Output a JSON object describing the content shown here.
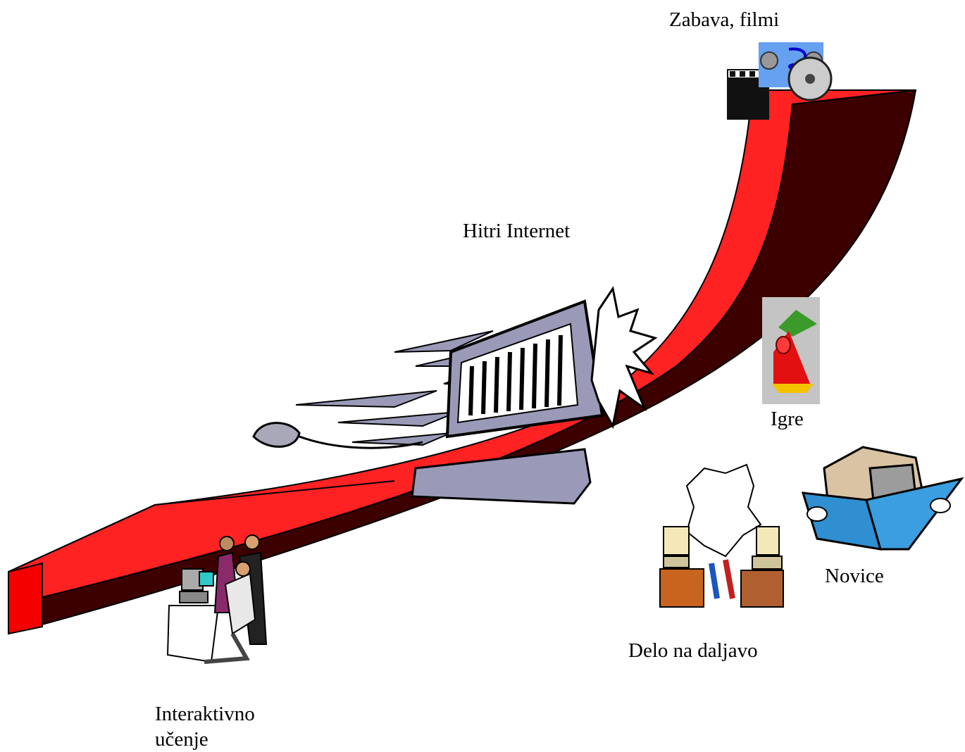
{
  "labels": {
    "entertainment": "Zabava, filmi",
    "fast_internet": "Hitri Internet",
    "games": "Igre",
    "news": "Novice",
    "remote_work": "Delo na daljavo",
    "interactive_learning_line1": "Interaktivno",
    "interactive_learning_line2": "učenje"
  },
  "colors": {
    "arrow_top": "#ff2a2a",
    "arrow_front": "#f00000",
    "arrow_side": "#3d0000",
    "computer_gray": "#8f8fa8",
    "book_blue": "#2f8fd0",
    "desk_orange": "#c8641e"
  },
  "icons": {
    "entertainment": "film-reel-icon",
    "fast_internet": "speeding-computer-icon",
    "games": "game-character-icon",
    "news": "computer-reading-newspaper-icon",
    "remote_work": "two-workstations-icon",
    "interactive_learning": "people-at-computer-icon"
  }
}
